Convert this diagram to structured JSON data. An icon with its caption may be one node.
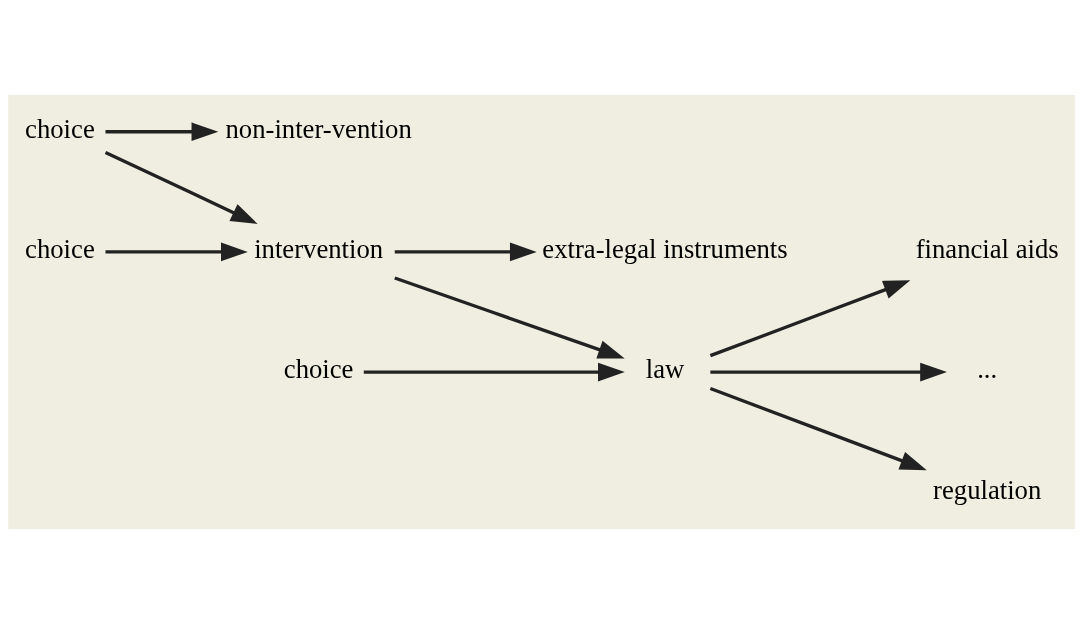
{
  "diagram": {
    "nodes": [
      {
        "text": [
          "choice"
        ]
      },
      {
        "text": [
          "choice"
        ]
      },
      {
        "text": [
          "choice"
        ]
      },
      {
        "text": [
          "non-inter-vention"
        ]
      },
      {
        "text": [
          "intervention"
        ]
      },
      {
        "text": [
          "extra-legal instruments"
        ]
      },
      {
        "text": [
          "law"
        ]
      },
      {
        "text": [
          "financial aids"
        ]
      },
      {
        "text": [
          "..."
        ]
      },
      {
        "text": [
          "regulation"
        ]
      }
    ],
    "edges": [
      {
        "from": 0,
        "to": 3,
        "arrow": "to"
      },
      {
        "from": 0,
        "to": 4,
        "arrow": "to"
      },
      {
        "from": 1,
        "to": 4,
        "arrow": "to"
      },
      {
        "from": 4,
        "to": 5,
        "arrow": "to"
      },
      {
        "from": 4,
        "to": 6,
        "arrow": "to"
      },
      {
        "from": 2,
        "to": 6,
        "arrow": "to"
      },
      {
        "from": 6,
        "to": 7,
        "arrow": "to"
      },
      {
        "from": 6,
        "to": 8,
        "arrow": "to"
      },
      {
        "from": 6,
        "to": 9,
        "arrow": "to"
      }
    ]
  }
}
